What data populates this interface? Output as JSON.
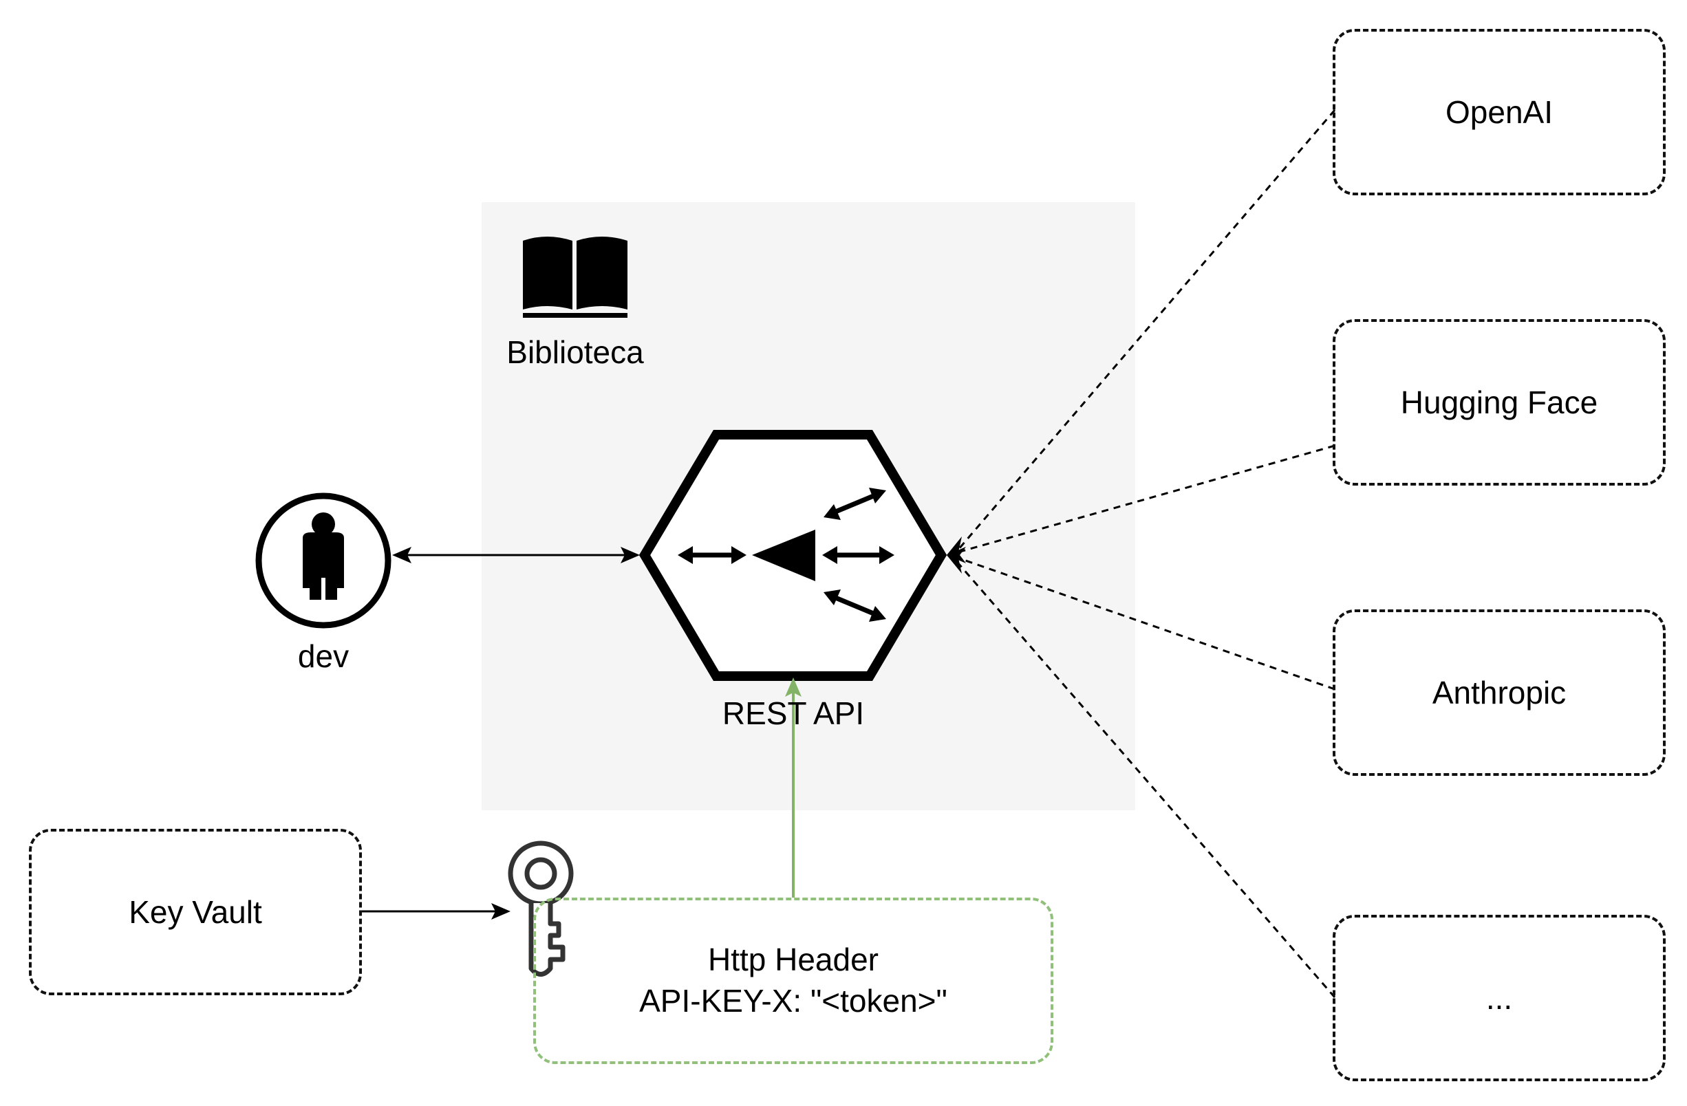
{
  "container": {
    "label": "Biblioteca",
    "icon": "book-icon"
  },
  "actor": {
    "label": "dev",
    "icon": "person-icon"
  },
  "gateway": {
    "label": "REST API",
    "icon": "api-gateway-hexagon-icon"
  },
  "providers": [
    {
      "label": "OpenAI"
    },
    {
      "label": "Hugging Face"
    },
    {
      "label": "Anthropic"
    },
    {
      "label": "..."
    }
  ],
  "key_vault": {
    "label": "Key Vault"
  },
  "key": {
    "icon": "key-icon"
  },
  "http_header": {
    "line1": "Http Header",
    "line2": "API-KEY-X: \"<token>\""
  },
  "colors": {
    "container_fill": "#f5f5f5",
    "header_border": "#90c07a",
    "header_arrow": "#82b366",
    "stroke": "#000000",
    "key_stroke": "#333333"
  }
}
